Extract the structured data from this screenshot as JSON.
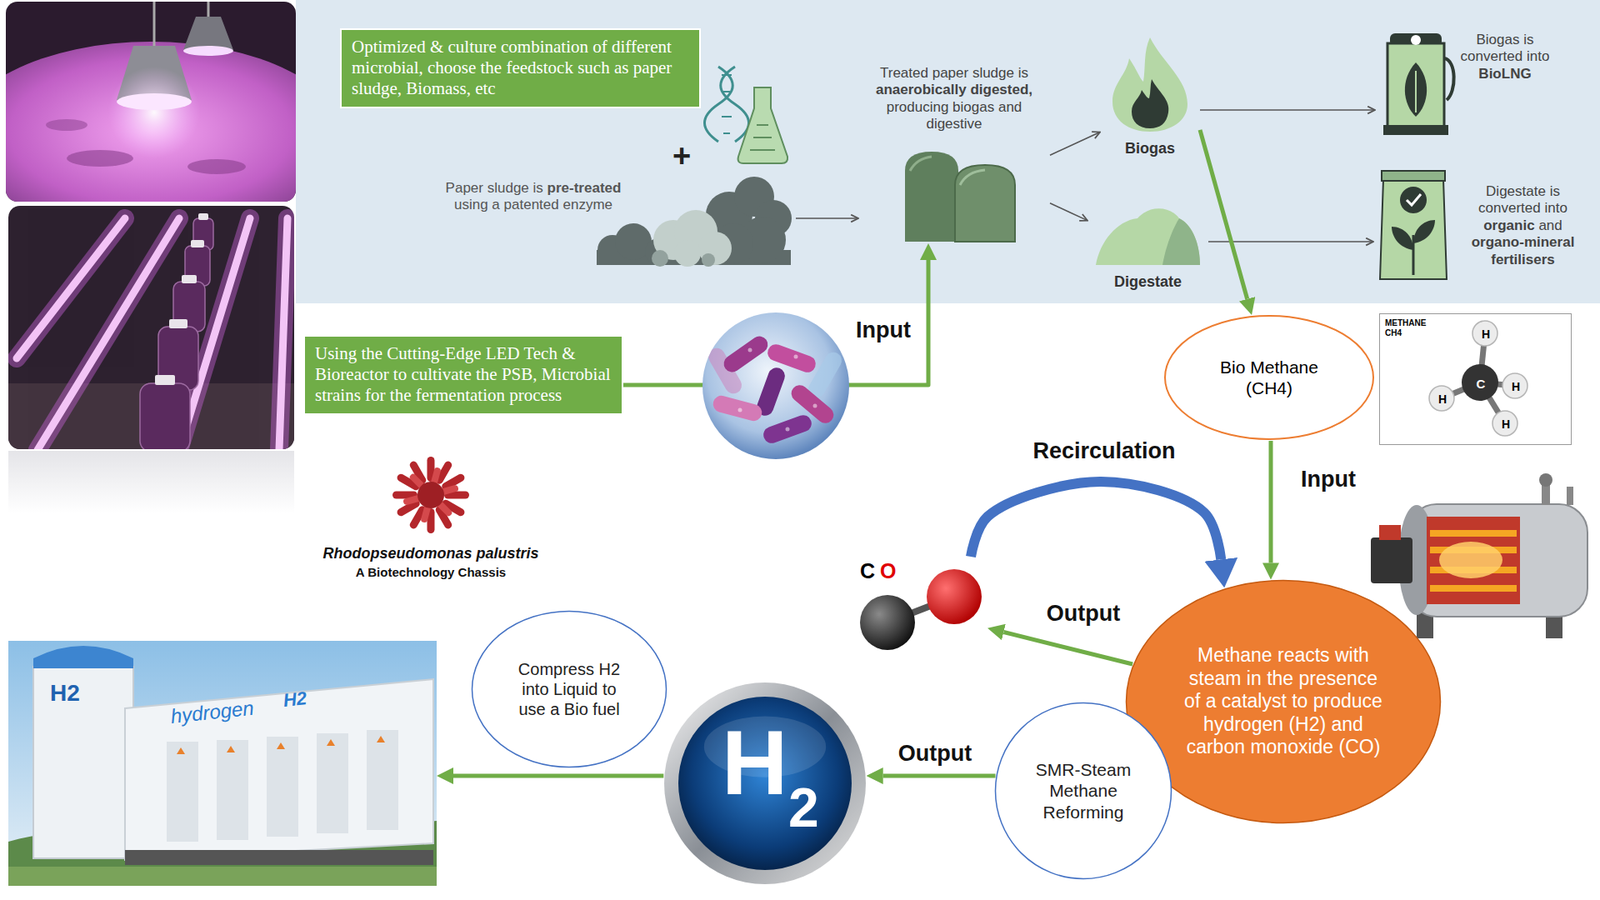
{
  "diagram": {
    "nodes": [
      {
        "text": [
          "Optimized & culture combination of different microbial, choose the feedstock such as paper sludge, Biomass, etc"
        ]
      },
      {
        "text": [
          "Paper sludge is pre-treated using a patented enzyme"
        ]
      },
      {
        "text": [
          "Treated paper sludge is anaerobically digested, producing biogas and digestive"
        ]
      },
      {
        "text": [
          "Biogas"
        ]
      },
      {
        "text": [
          "Digestate"
        ]
      },
      {
        "text": [
          "Biogas is converted into BioLNG"
        ]
      },
      {
        "text": [
          "Digestate is converted into organic and organo-mineral fertilisers"
        ]
      },
      {
        "text": [
          "Using the Cutting-Edge LED Tech & Bioreactor to cultivate the PSB, Microbial strains for the fermentation process"
        ]
      },
      {
        "text": [
          "Bio Methane (CH4)"
        ]
      },
      {
        "text": [
          "METHANE CH4",
          "H",
          "H",
          "C",
          "H",
          "H"
        ]
      },
      {
        "text": [
          "C",
          "O"
        ]
      },
      {
        "text": [
          "Methane reacts with steam in the presence of a catalyst to produce hydrogen (H2) and carbon monoxide (CO)"
        ]
      },
      {
        "text": [
          "Compress H2 into Liquid to use a Bio fuel"
        ]
      },
      {
        "text": [
          "H",
          "2"
        ]
      },
      {
        "text": [
          "SMR-Steam Methane Reforming"
        ]
      },
      {
        "text": [
          "H2",
          "hydrogen",
          "H2"
        ]
      }
    ],
    "edges": [
      {
        "from": 1,
        "to": 2,
        "arrow": "to"
      },
      {
        "from": 2,
        "to": 3,
        "arrow": "to"
      },
      {
        "from": 2,
        "to": 4,
        "arrow": "to"
      },
      {
        "from": 3,
        "to": 5,
        "arrow": "to"
      },
      {
        "from": 4,
        "to": 6,
        "arrow": "to"
      },
      {
        "from": 7,
        "to": 2,
        "label": "Input",
        "arrow": "to"
      },
      {
        "from": 3,
        "to": 8,
        "arrow": "to"
      },
      {
        "from": 8,
        "to": 11,
        "label": "Input",
        "arrow": "to"
      },
      {
        "from": 11,
        "to": 10,
        "label": "Output",
        "arrow": "to"
      },
      {
        "from": 10,
        "to": 11,
        "label": "Recirculation",
        "arrow": "to"
      },
      {
        "from": 14,
        "to": 13,
        "label": "Output",
        "arrow": "to"
      },
      {
        "from": 13,
        "to": 15,
        "arrow": "to"
      }
    ],
    "labels": [
      "+",
      "Rhodopseudomonas palustris",
      "A Biotechnology Chassis"
    ]
  }
}
